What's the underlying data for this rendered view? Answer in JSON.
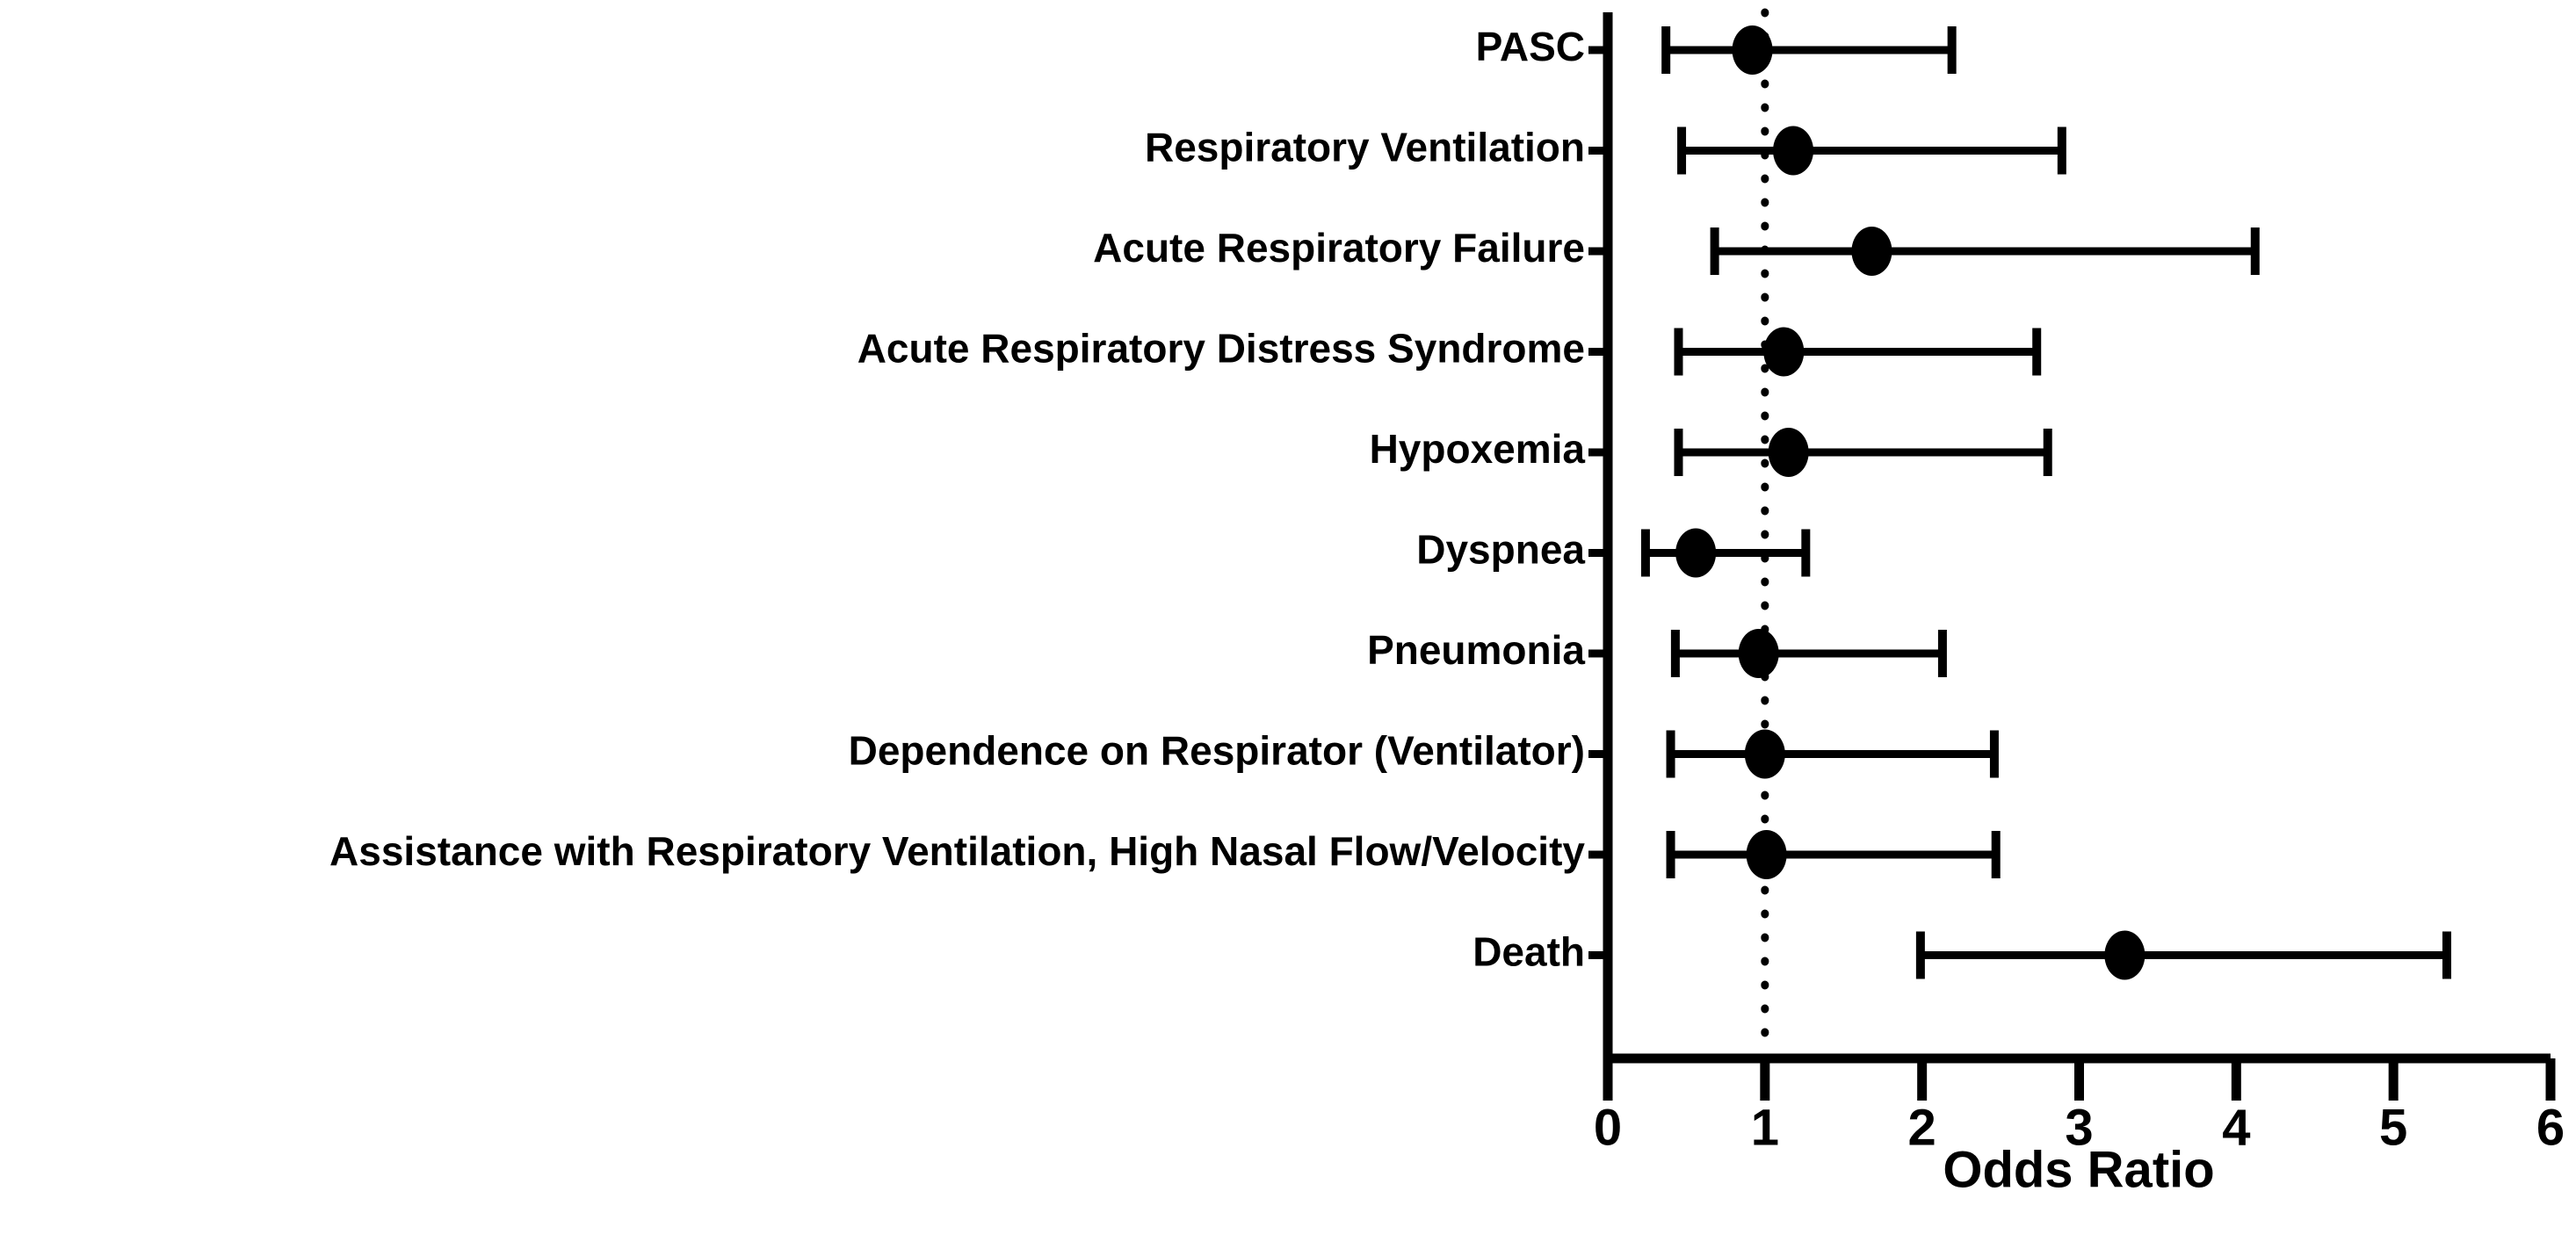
{
  "chart_data": {
    "type": "scatter",
    "subtype": "forest-plot",
    "title": "",
    "xlabel": "Odds Ratio",
    "ylabel": "",
    "xlim": [
      0,
      6
    ],
    "xticks": [
      0,
      1,
      2,
      3,
      4,
      5,
      6
    ],
    "xtick_labels": [
      "0",
      "1",
      "2",
      "3",
      "4",
      "5",
      "6"
    ],
    "grid": false,
    "legend": "none",
    "reference_line": {
      "value": 1,
      "style": "dotted",
      "color": "#000000"
    },
    "marker": {
      "shape": "circle",
      "color": "#000000"
    },
    "categories": [
      "PASC",
      "Respiratory Ventilation",
      "Acute Respiratory Failure",
      "Acute Respiratory Distress Syndrome",
      "Hypoxemia",
      "Dyspnea",
      "Pneumonia",
      "Dependence on Respirator (Ventilator)",
      "Assistance with Respiratory Ventilation, High Nasal Flow/Velocity",
      "Death"
    ],
    "points": [
      {
        "label": "PASC",
        "or": 0.92,
        "ci_low": 0.37,
        "ci_high": 2.19
      },
      {
        "label": "Respiratory Ventilation",
        "or": 1.18,
        "ci_low": 0.47,
        "ci_high": 2.89
      },
      {
        "label": "Acute Respiratory Failure",
        "or": 1.68,
        "ci_low": 0.68,
        "ci_high": 4.12
      },
      {
        "label": "Acute Respiratory Distress Syndrome",
        "or": 1.12,
        "ci_low": 0.45,
        "ci_high": 2.73
      },
      {
        "label": "Hypoxemia",
        "or": 1.15,
        "ci_low": 0.45,
        "ci_high": 2.8
      },
      {
        "label": "Dyspnea",
        "or": 0.56,
        "ci_low": 0.24,
        "ci_high": 1.26
      },
      {
        "label": "Pneumonia",
        "or": 0.96,
        "ci_low": 0.43,
        "ci_high": 2.13
      },
      {
        "label": "Dependence on Respirator (Ventilator)",
        "or": 1.0,
        "ci_low": 0.4,
        "ci_high": 2.46
      },
      {
        "label": "Assistance with Respiratory Ventilation, High Nasal Flow/Velocity",
        "or": 1.01,
        "ci_low": 0.4,
        "ci_high": 2.47
      },
      {
        "label": "Death",
        "or": 3.29,
        "ci_low": 1.99,
        "ci_high": 5.34
      }
    ]
  },
  "axis": {
    "x_title": "Odds Ratio",
    "tick_labels": [
      "0",
      "1",
      "2",
      "3",
      "4",
      "5",
      "6"
    ]
  },
  "colors": {
    "foreground": "#000000",
    "background": "#ffffff"
  }
}
